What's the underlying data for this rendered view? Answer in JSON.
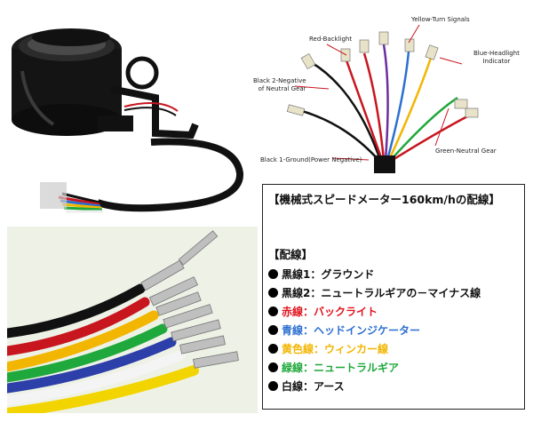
{
  "diagram": {
    "callouts": {
      "red": "Red-Backlight",
      "yellow": "Yellow-Turn Signals",
      "blue_line1": "Blue-Headlight",
      "blue_line2": "Indicator",
      "black2_line1": "Black 2-Negative",
      "black2_line2": "of Neutral Gear",
      "green": "Green-Neutral Gear",
      "black1": "Black 1-Ground(Power Negative)"
    }
  },
  "info_box": {
    "title": "【機械式スピードメーター160km/hの配線】",
    "subtitle": "【配線】",
    "lines": [
      {
        "label": "黒線1：グラウンド",
        "color": "#111111"
      },
      {
        "label": "黒線2：ニュートラルギアの－マイナス線",
        "color": "#111111"
      },
      {
        "label": "赤線：バックライト",
        "color": "#e0141e"
      },
      {
        "label": "青線：ヘッドインジケーター",
        "color": "#2d6fd0"
      },
      {
        "label": "黄色線：ウィンカー線",
        "color": "#f2b500"
      },
      {
        "label": "緑線：ニュートラルギア",
        "color": "#1fa83b"
      },
      {
        "label": "白線：アース",
        "color": "#111111"
      }
    ]
  },
  "colors": {
    "black": "#111111",
    "red": "#e0141e",
    "blue": "#2d6fd0",
    "yellow": "#f2b500",
    "green": "#1fa83b",
    "white": "#f4f4f4"
  }
}
